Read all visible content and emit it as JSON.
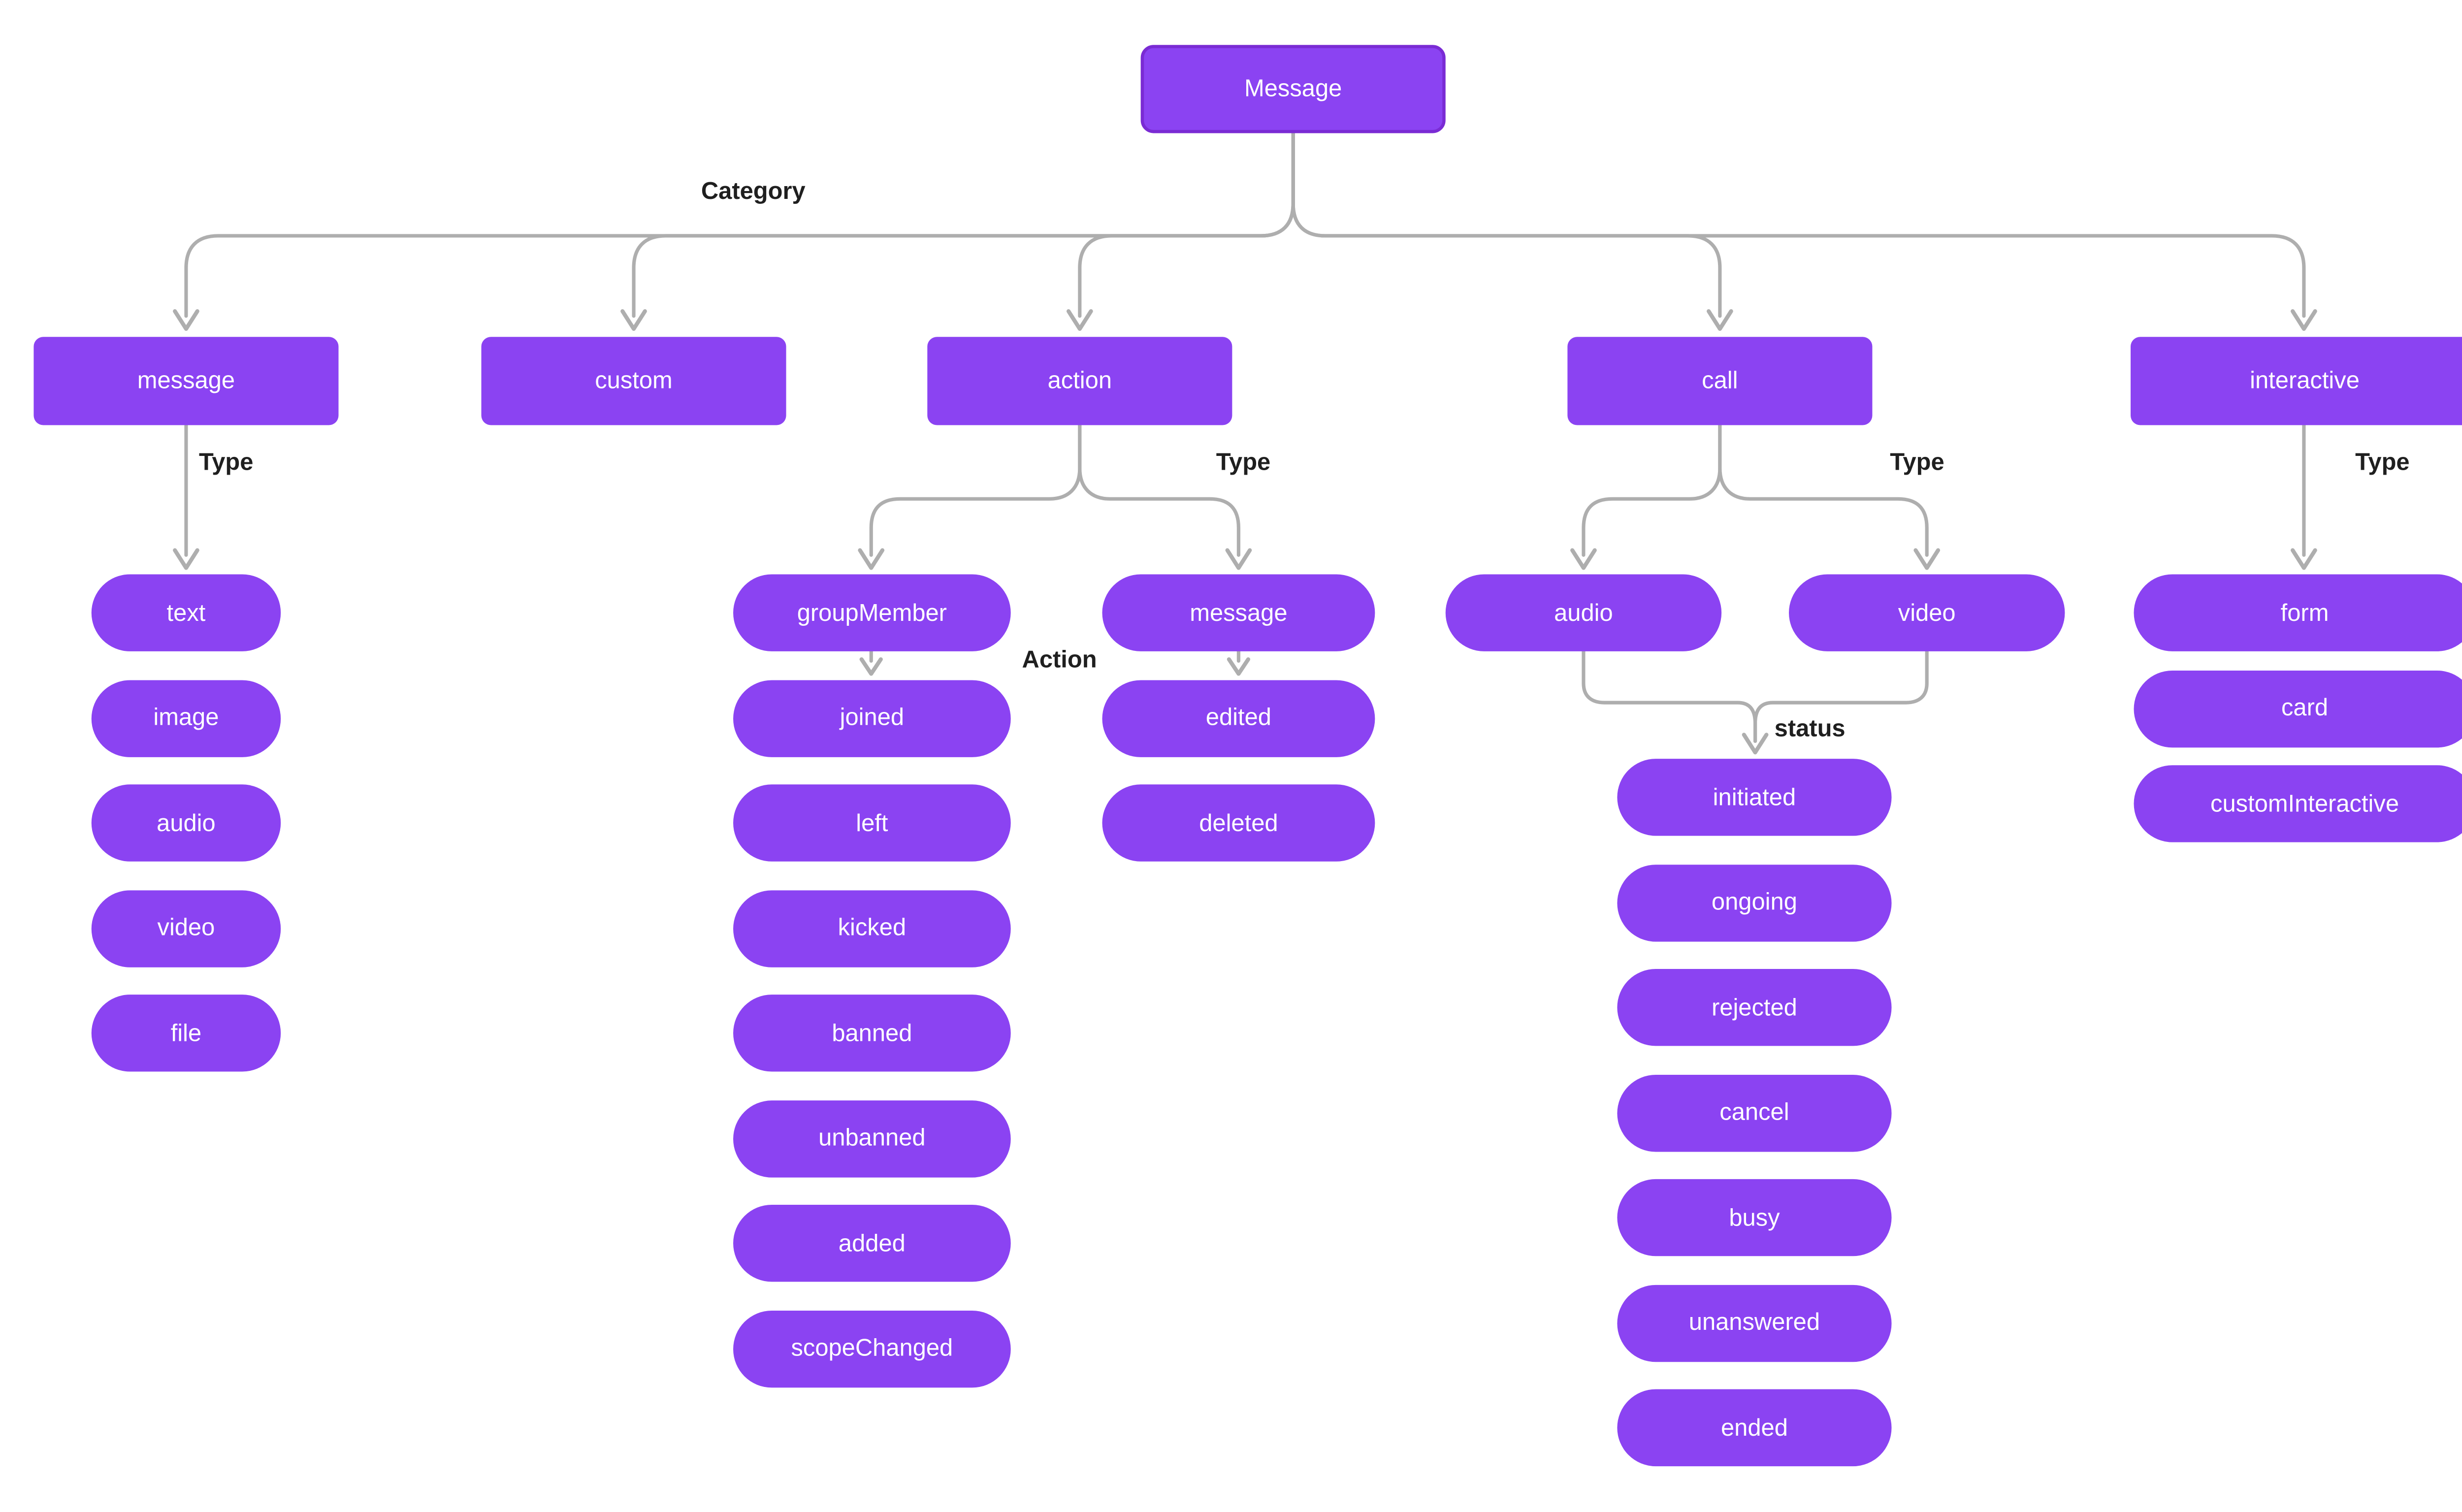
{
  "diagram": {
    "root_label": "Message",
    "edge_labels": {
      "category": "Category",
      "message_type": "Type",
      "action_type": "Type",
      "call_type": "Type",
      "interactive_type": "Type",
      "group_action": "Action",
      "call_status": "status"
    },
    "categories": {
      "message": "message",
      "custom": "custom",
      "action": "action",
      "call": "call",
      "interactive": "interactive"
    },
    "message_types": [
      "text",
      "image",
      "audio",
      "video",
      "file"
    ],
    "action_branch": {
      "group_member": "groupMember",
      "message": "message",
      "group_member_actions": [
        "joined",
        "left",
        "kicked",
        "banned",
        "unbanned",
        "added",
        "scopeChanged"
      ],
      "message_actions": [
        "edited",
        "deleted"
      ]
    },
    "call_types": [
      "audio",
      "video"
    ],
    "call_statuses": [
      "initiated",
      "ongoing",
      "rejected",
      "cancel",
      "busy",
      "unanswered",
      "ended"
    ],
    "interactive_types": [
      "form",
      "card",
      "customInteractive"
    ],
    "colors": {
      "node_fill": "#8b43f2",
      "root_border": "#7a2bd4",
      "node_text": "#ffffff",
      "edge": "#aeaeae",
      "label_text": "#1f1f1f",
      "background": "#ffffff"
    }
  }
}
